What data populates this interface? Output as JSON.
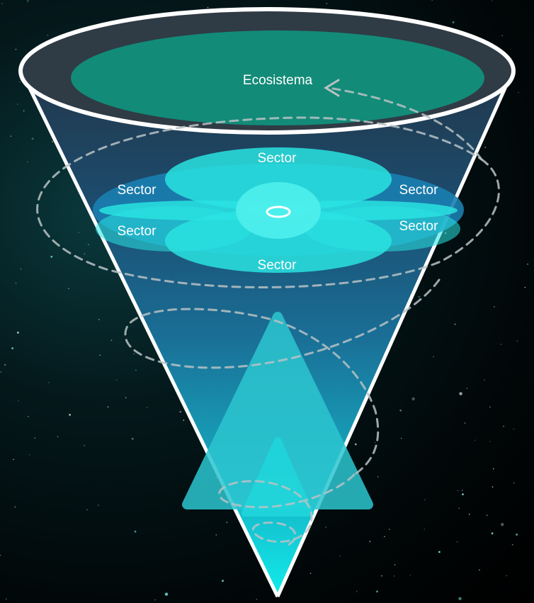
{
  "diagram": {
    "top_label": "Ecosistema",
    "sector_labels": [
      "Sector",
      "Sector",
      "Sector",
      "Sector",
      "Sector",
      "Sector"
    ],
    "colors": {
      "background": "#02090b",
      "cone_top": "#1e4256",
      "cone_bottom": "#12e8e4",
      "rim": "#ffffff",
      "rim_inner": "#2f3b45",
      "ecosystem_disk": "#128b78",
      "sector_ring": "#1a7fb1",
      "sector_petals": "#29e3e1",
      "arrow_outer": "#2cc6d0",
      "arrow_inner": "#20d6dc",
      "dashed_orbits": "#b9c2c4"
    },
    "icons": [
      "arrow-up-shape",
      "orbit-dashed-lines",
      "center-ring-icon"
    ]
  }
}
